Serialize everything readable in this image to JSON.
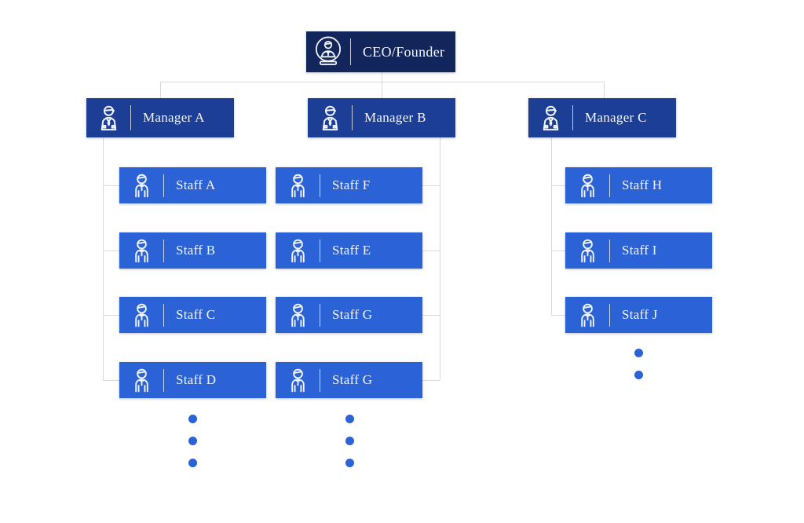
{
  "org_chart": {
    "root": {
      "label": "CEO/Founder",
      "icon": "person-at-desk-icon"
    },
    "managers": [
      {
        "label": "Manager A",
        "icon": "manager-person-icon",
        "staff": [
          "Staff A",
          "Staff B",
          "Staff C",
          "Staff D"
        ],
        "more_indicator_dots": 3
      },
      {
        "label": "Manager B",
        "icon": "manager-person-icon",
        "staff": [
          "Staff F",
          "Staff E",
          "Staff G",
          "Staff G"
        ],
        "more_indicator_dots": 3
      },
      {
        "label": "Manager C",
        "icon": "manager-person-icon",
        "staff": [
          "Staff H",
          "Staff I",
          "Staff J"
        ],
        "more_indicator_dots": 2
      }
    ],
    "staff_icon": "staff-person-icon",
    "colors": {
      "root_box": "#13265c",
      "manager_box": "#1c3e94",
      "staff_box": "#2b62d6",
      "connector_line": "#d9d9d9",
      "ellipsis_dot": "#2b62d6",
      "text": "#f4f6fb",
      "background": "#ffffff"
    }
  }
}
